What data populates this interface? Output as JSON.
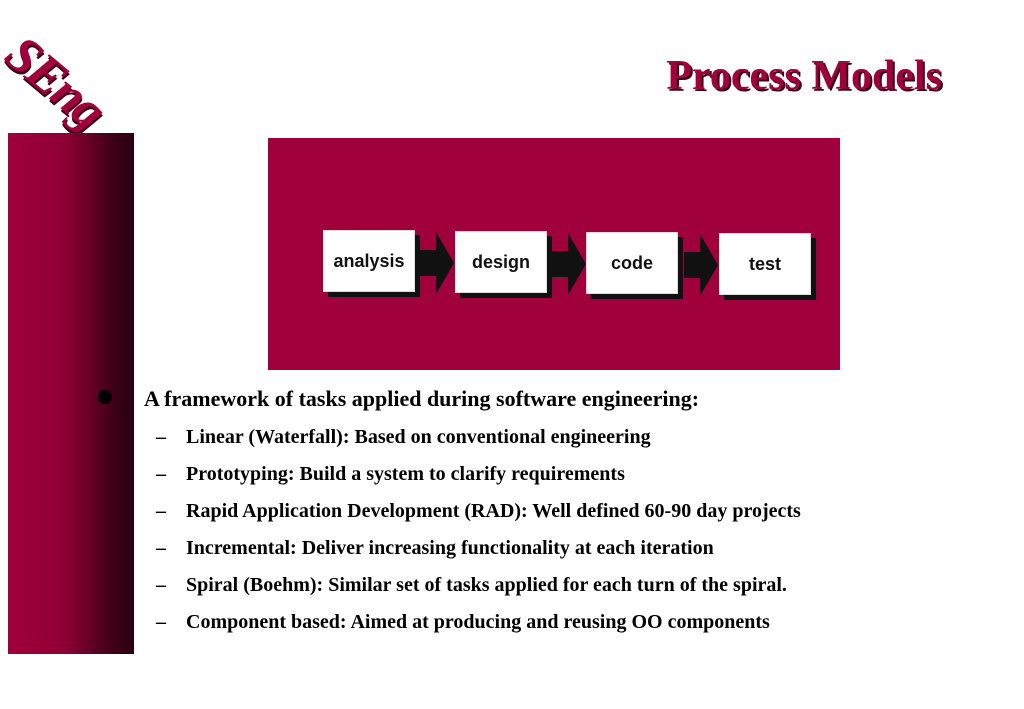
{
  "logo": {
    "text": "SEng"
  },
  "title": "Process Models",
  "diagram": {
    "steps": [
      "analysis",
      "design",
      "code",
      "test"
    ]
  },
  "content": {
    "main_bullet": "A framework of tasks applied during software engineering:",
    "sub_bullets": [
      "Linear (Waterfall): Based on conventional engineering",
      "Prototyping: Build a system to clarify requirements",
      "Rapid Application Development (RAD): Well defined 60-90 day projects",
      "Incremental: Deliver increasing functionality at each iteration",
      "Spiral (Boehm): Similar set of tasks applied for  each turn of the spiral.",
      "Component based: Aimed at producing and reusing OO components"
    ],
    "dash": "–"
  },
  "colors": {
    "brand": "#a0003c",
    "shadow": "#3a0017"
  }
}
